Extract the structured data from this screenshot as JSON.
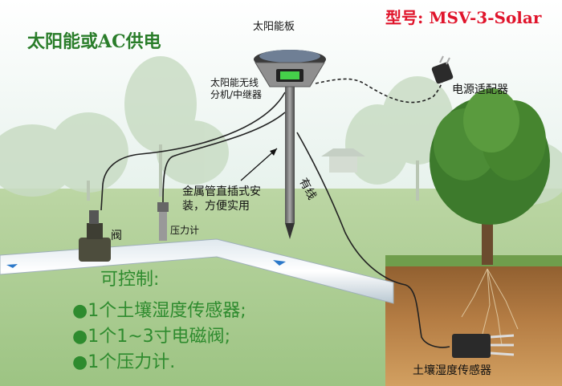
{
  "title": "太阳能或AC供电",
  "model": "型号: MSV-3-Solar",
  "labels": {
    "solar_panel": "太阳能板",
    "repeater_line1": "太阳能无线",
    "repeater_line2": "分机/中继器",
    "power_adapter": "电源适配器",
    "install_line1": "金属管直插式安",
    "install_line2": "装，方便实用",
    "wired": "有线",
    "valve": "阀",
    "pressure_gauge": "压力计",
    "soil_sensor": "土壤湿度传感器"
  },
  "controls": {
    "heading": "可控制:",
    "items": [
      "●1个土壤湿度传感器;",
      "●1个1~3寸电磁阀;",
      "●1个压力计."
    ]
  },
  "colors": {
    "title_green": "#2a7d2a",
    "model_red": "#e0142b",
    "control_green": "#2e8b2e"
  }
}
